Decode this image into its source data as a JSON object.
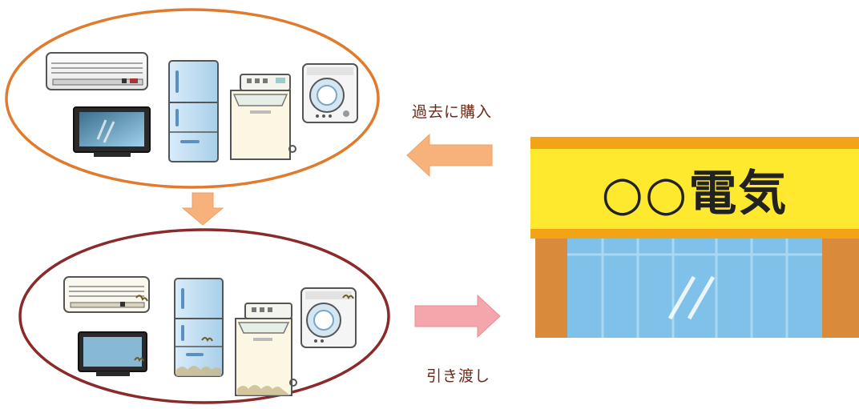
{
  "labels": {
    "past_purchase": "過去に購入",
    "handover": "引き渡し"
  },
  "store": {
    "name": "○○電気"
  },
  "colors": {
    "ellipse_new": "#e07b2e",
    "ellipse_old": "#8b2a2a",
    "arrow_orange": "#f6b27a",
    "arrow_pink": "#f5a6ac",
    "store_sign": "#ffe92e",
    "store_band": "#f3a316",
    "store_wall": "#d98a3a",
    "store_glass": "#7fc1e8",
    "label_text": "#6b2a1a"
  }
}
